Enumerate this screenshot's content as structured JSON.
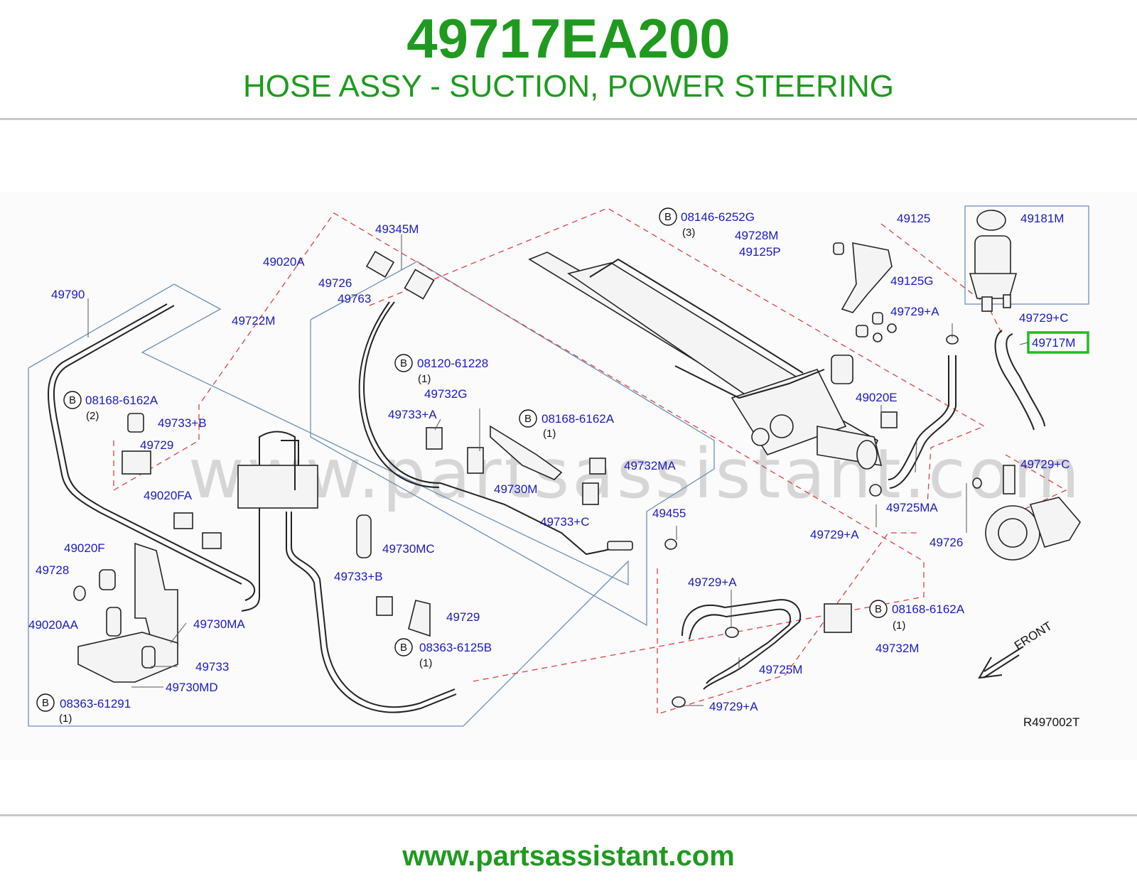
{
  "header": {
    "part_number": "49717EA200",
    "description": "HOSE ASSY - SUCTION, POWER STEERING"
  },
  "diagram": {
    "watermark": "www.partsassistant.com",
    "reference_code": "R497002T",
    "direction_label": "FRONT",
    "highlighted_part": "49717M",
    "labels": [
      "49790",
      "49020A",
      "49345M",
      "49726",
      "49763",
      "49722M",
      "08168-6162A",
      "(2)",
      "49733+B",
      "49729",
      "49020FA",
      "49020F",
      "49728",
      "49020AA",
      "49730MA",
      "49733",
      "49730MD",
      "08363-61291",
      "(1)",
      "08120-61228",
      "(1)",
      "49732G",
      "49733+A",
      "08168-6162A",
      "(1)",
      "49730M",
      "49732MA",
      "49733+C",
      "49730MC",
      "49733+B",
      "49729",
      "08363-6125B",
      "(1)",
      "49455",
      "08146-6252G",
      "(3)",
      "49728M",
      "49125P",
      "49125G",
      "49729+A",
      "49125",
      "49181M",
      "49729+C",
      "49717M",
      "49020E",
      "49725MA",
      "49729+A",
      "49729+C",
      "49726",
      "49729+A",
      "08168-6162A",
      "(1)",
      "49732M",
      "49725M",
      "49729+A"
    ],
    "bolt_marker": "B"
  },
  "footer": {
    "url": "www.partsassistant.com"
  }
}
